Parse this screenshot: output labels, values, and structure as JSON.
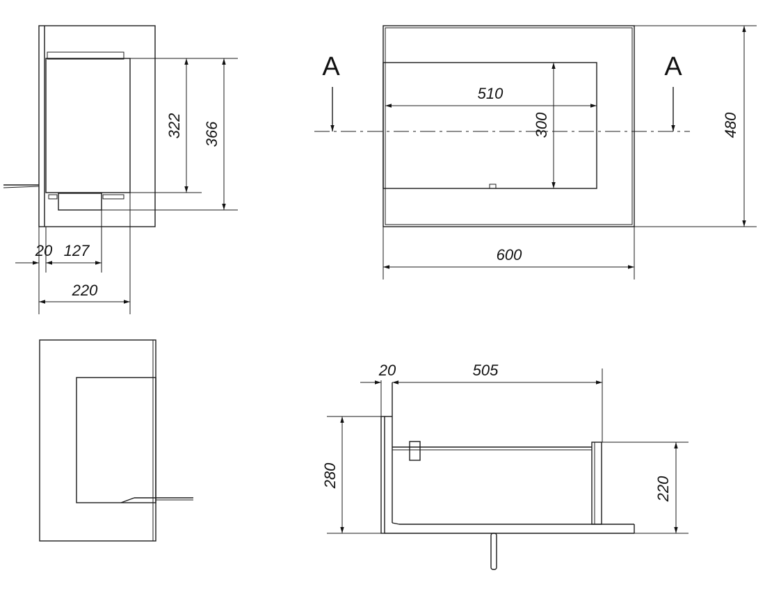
{
  "section_label_left": "A",
  "section_label_right": "A",
  "dims": {
    "side_322": "322",
    "side_366": "366",
    "side_20": "20",
    "side_127": "127",
    "side_220": "220",
    "front_510": "510",
    "front_300": "300",
    "front_480": "480",
    "front_600": "600",
    "sect_20": "20",
    "sect_505": "505",
    "sect_280": "280",
    "sect_220": "220"
  }
}
